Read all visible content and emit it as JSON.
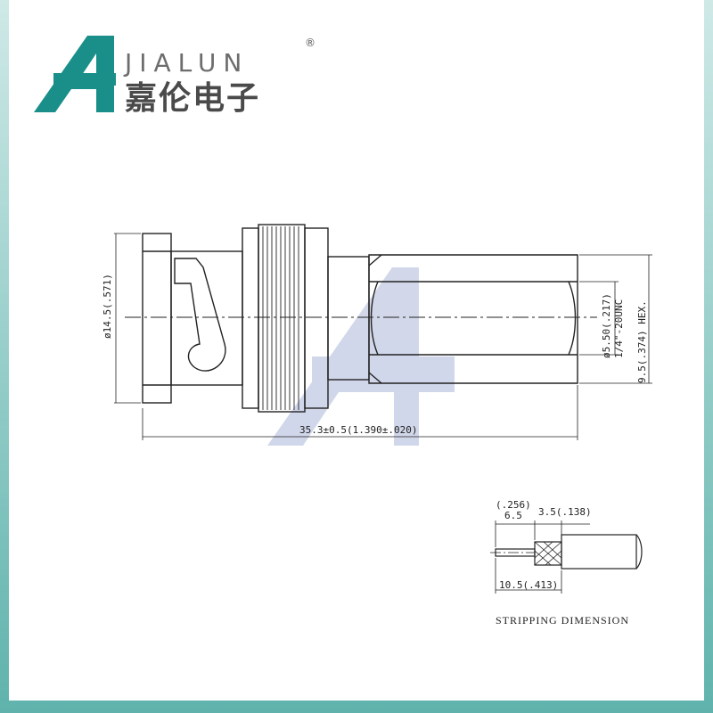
{
  "brand": {
    "logo_letter": "A",
    "name_latin": "JIALUN",
    "registered": "®",
    "name_cn": "嘉伦电子",
    "color_teal": "#1a8f8a",
    "color_gray": "#4a4a4a"
  },
  "drawing": {
    "diameter_label": "ø14.5(.571)",
    "length_label": "35.3±0.5(1.390±.020)",
    "pin_label": "ø5.50(.217)",
    "thread_label": "1/4\"-20UNC",
    "hex_label": "9.5(.374) HEX."
  },
  "stripping": {
    "dim1_inch": "(.256)",
    "dim1_mm": "6.5",
    "dim2": "3.5(.138)",
    "dim3": "10.5(.413)",
    "caption": "STRIPPING DIMENSION"
  },
  "watermark": {
    "letter": "A"
  }
}
